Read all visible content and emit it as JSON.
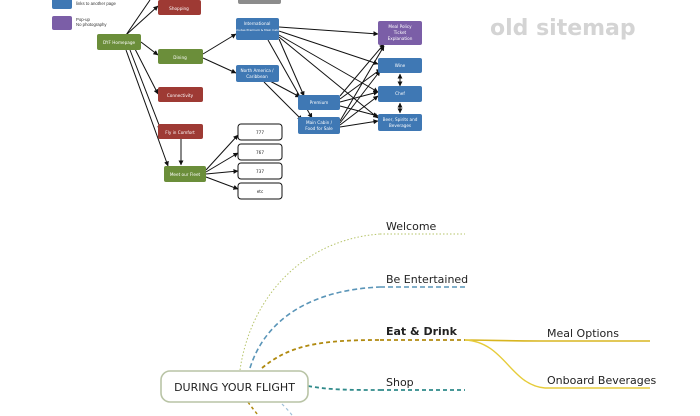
{
  "old_sitemap": {
    "title": "old sitemap",
    "legend": [
      {
        "label": "links to another page",
        "color": "#3f78b4"
      },
      {
        "label": "Pop-up\nNo photography",
        "color": "#7b5ea7"
      }
    ],
    "nodes": {
      "homepage": "DYF Homepage",
      "shopping": "Shopping",
      "dining": "Dining",
      "connectivity": "Connectivity",
      "fly_in_comfort": "Fly in Comfort",
      "meet_our_fleet": "Meet our Fleet",
      "international": "International",
      "international_sub": "(includes Premium & Main Cabin)",
      "north_america": "North America /\nCaribbean",
      "premium": "Premium",
      "main_cabin": "Main Cabin /\nFood for Sale",
      "meal_policy": "Meal Policy\nTicket\nExplanation",
      "wine": "Wine",
      "chef": "Chef",
      "beer": "Beer, Spirits and\nBeverages",
      "fleet_777": "777",
      "fleet_767": "767",
      "fleet_737": "737",
      "fleet_etc": "etc"
    },
    "colors": {
      "green": "#6b8e3a",
      "red": "#9e3a34",
      "blue": "#3f78b4",
      "purple": "#7b5ea7",
      "gray": "#8c8c8c"
    }
  },
  "mind_map": {
    "root": "DURING YOUR FLIGHT",
    "branches": [
      {
        "label": "Welcome",
        "color": "#b6c46a",
        "style": "dotted"
      },
      {
        "label": "Be Entertained",
        "color": "#5a95b8",
        "style": "dashed"
      },
      {
        "label": "Eat & Drink",
        "color": "#b08a10",
        "style": "dashed",
        "bold": true
      },
      {
        "label": "Shop",
        "color": "#2f8a8a",
        "style": "dashed"
      }
    ],
    "sub_branches": [
      {
        "label": "Meal Options",
        "color": "#d8b520"
      },
      {
        "label": "Onboard Beverages",
        "color": "#e6cc3a"
      }
    ]
  }
}
